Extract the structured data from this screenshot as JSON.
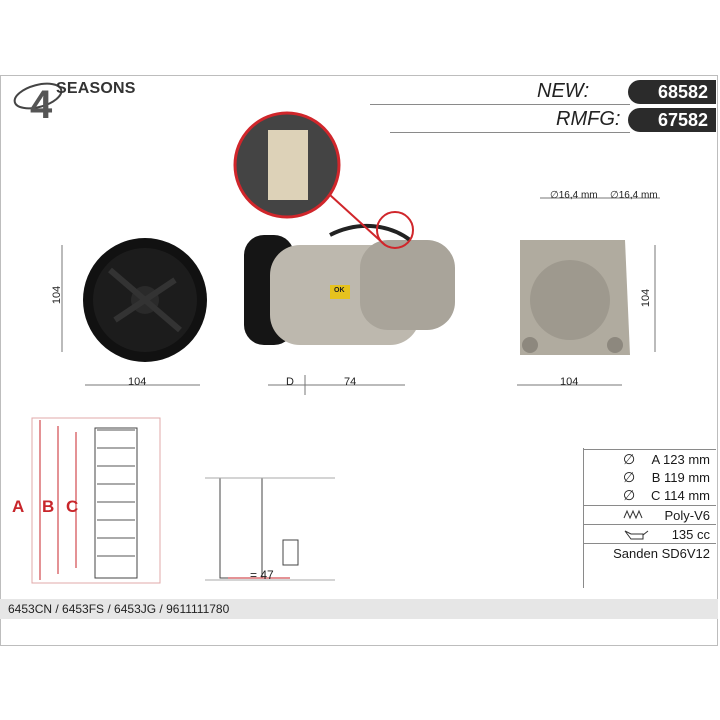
{
  "brand": {
    "name": "SEASONS",
    "mark": "4"
  },
  "header": {
    "new_label": "NEW:",
    "new_value": "68582",
    "rmfg_label": "RMFG:",
    "rmfg_value": "67582"
  },
  "dimensions": {
    "clutch_width": "104",
    "clutch_height": "104",
    "side_d": "D",
    "side_length": "74",
    "rear_width": "104",
    "rear_height": "104",
    "port_1": "∅16,4 mm",
    "port_2": "∅16,4 mm",
    "pulley_offset": "= 47",
    "label_a": "A",
    "label_b": "B",
    "label_c": "C",
    "ok_sticker": "OK"
  },
  "specs": [
    {
      "symbol": "∅",
      "value": "A 123 mm"
    },
    {
      "symbol": "∅",
      "value": "B 119 mm"
    },
    {
      "symbol": "∅",
      "value": "C 114 mm"
    },
    {
      "symbol": "pulley",
      "value": "Poly-V6"
    },
    {
      "symbol": "oil-can",
      "value": "135 cc"
    },
    {
      "symbol": "",
      "value": "Sanden SD6V12"
    }
  ],
  "footer": {
    "refs": "6453CN / 6453FS / 6453JG / 9611111780"
  },
  "colors": {
    "accent_red": "#c8262b",
    "pill": "#2b2b2b",
    "metal": "#b8b4ac",
    "clutch": "#111111"
  }
}
